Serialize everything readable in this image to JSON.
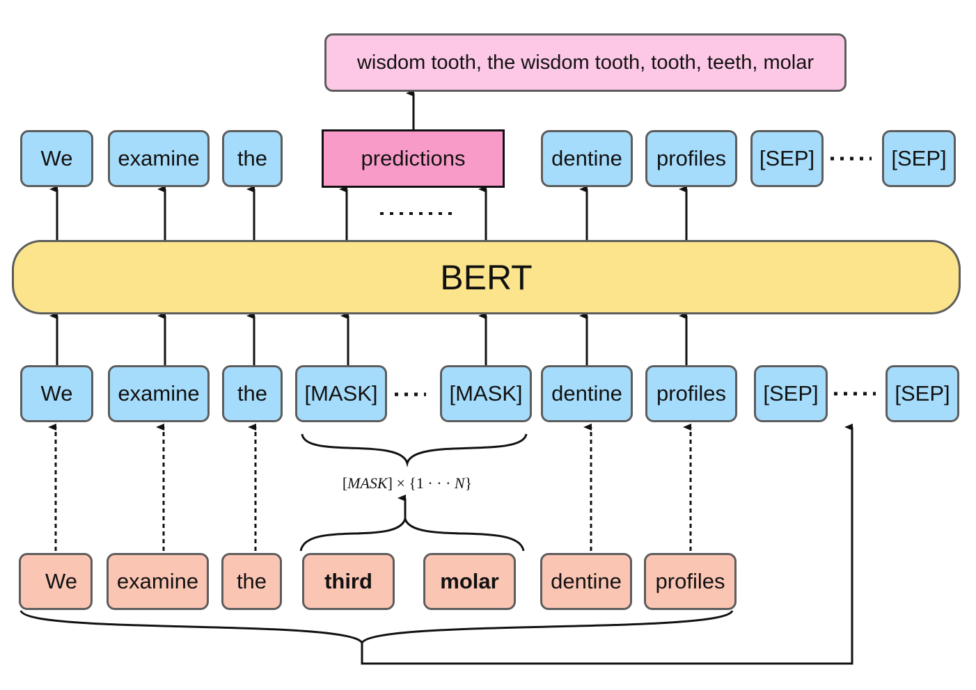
{
  "output_predictions": "wisdom tooth, the wisdom tooth, tooth, teeth, molar",
  "output_row": {
    "t1": "We",
    "t2": "examine",
    "t3": "the",
    "t4": "predictions",
    "t5": "dentine",
    "t6": "profiles",
    "t7": "[SEP]",
    "t8": "[SEP]"
  },
  "model": "BERT",
  "input_row": {
    "t1": "We",
    "t2": "examine",
    "t3": "the",
    "t4": "[MASK]",
    "t5": "[MASK]",
    "t6": "dentine",
    "t7": "profiles",
    "t8": "[SEP]",
    "t9": "[SEP]"
  },
  "mask_formula": {
    "open": "[",
    "mask": "MASK",
    "close": "]",
    "times": " × {1 · · · ",
    "n": "N",
    "end": "}"
  },
  "source_row": {
    "t1": "We",
    "t2": "examine",
    "t3": "the",
    "t4": "third",
    "t5": "molar",
    "t6": "dentine",
    "t7": "profiles"
  },
  "colors": {
    "token_blue": "#a6dcfb",
    "source_salmon": "#fbc5b4",
    "prediction_pink": "#f99bc8",
    "output_pink": "#fdc8e6",
    "bert_yellow": "#fbe48b"
  }
}
